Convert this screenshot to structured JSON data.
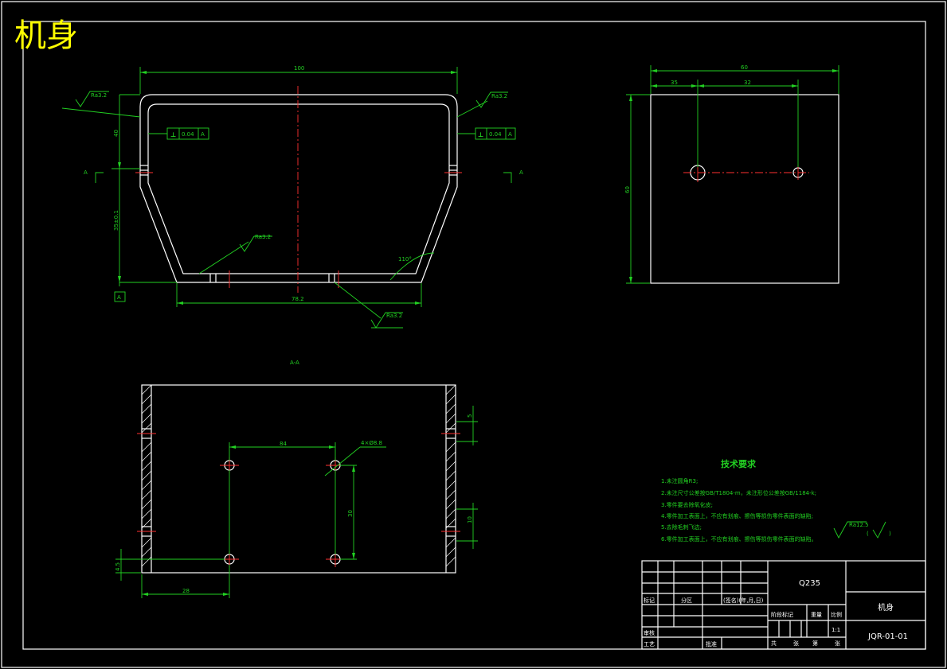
{
  "drawing_title": "机身",
  "front_view": {
    "dim_width_top": "100",
    "dim_width_bottom": "78.2",
    "dim_height": "35±0.1",
    "dim_upper": "40",
    "angle": "110°",
    "roughness_labels": [
      "Ra3.2",
      "Ra3.2",
      "Ra3.2",
      "Ra3.2"
    ],
    "tolerance_frame_symbol": "⊥",
    "tolerance_value": "0.04",
    "datum": "A",
    "section_mark": "A"
  },
  "side_view": {
    "dim_total": "60",
    "dim_left": "35",
    "dim_right": "32",
    "dim_height": "60"
  },
  "section_view": {
    "label": "A-A",
    "dim_hole_spacing": "84",
    "hole_callout": "4×Ø8.8",
    "dim_vertical": "30",
    "dim_left_offset": "28",
    "dim_small": "4.5",
    "dim_top_right": "5",
    "dim_mid_right": "10"
  },
  "tech_requirements": {
    "heading": "技术要求",
    "items": [
      "1.未注圆角R3;",
      "2.未注尺寸公差按GB/T1804-m，未注形位公差按GB/1184-k;",
      "3.零件要去除氧化皮;",
      "4.零件加工表面上，不应有划痕、擦伤等损伤零件表面的缺陷;",
      "5.去除毛刺飞边;",
      "6.零件加工表面上，不应有划痕、擦伤等损伤零件表面的缺陷。"
    ],
    "roughness_default": "Ra12.5"
  },
  "title_block": {
    "material": "Q235",
    "part_name": "机身",
    "drawing_no": "JQR-01-01",
    "scale": "1:1",
    "labels": {
      "mark": "标记",
      "zone": "分区",
      "signature": "(签名)(年,月,日)",
      "stage_mark": "阶段标记",
      "weight": "重量",
      "scale_label": "比例",
      "review": "审核",
      "process": "工艺",
      "approve": "批准",
      "total": "共",
      "sheet": "张",
      "page": "第",
      "page2": "张"
    }
  }
}
